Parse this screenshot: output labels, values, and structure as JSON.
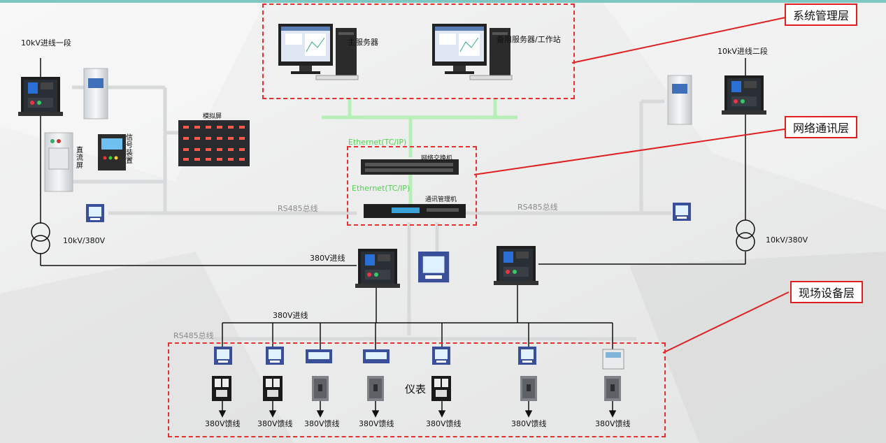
{
  "layers": {
    "system_mgmt": "系统管理层",
    "network_comm": "网络通讯层",
    "field_device": "现场设备层"
  },
  "servers": {
    "main": "主服务器",
    "backup": "备用服务器/工作站"
  },
  "network": {
    "ethernet_top": "Ethernet(TC/IP)",
    "switch": "网络交换机",
    "ethernet_mid": "Ethernet(TC/IP)",
    "comm_manager": "通讯管理机"
  },
  "left": {
    "incoming": "10kV进线一段",
    "transformer": "10kV/380V",
    "sim_screen": "模拟屏",
    "dc_screen": "直流屏",
    "signal_device": "信号装置"
  },
  "right": {
    "incoming": "10kV进线二段",
    "transformer": "10kV/380V"
  },
  "bus": {
    "rs485_left": "RS485总线",
    "rs485_right": "RS485总线",
    "rs485_bottom": "RS485总线",
    "incoming_380_a": "380V进线",
    "incoming_380_b": "380V进线"
  },
  "field": {
    "meter_label": "仪表",
    "feeders": [
      "380V馈线",
      "380V馈线",
      "380V馈线",
      "380V馈线",
      "380V馈线",
      "380V馈线",
      "380V馈线"
    ]
  }
}
